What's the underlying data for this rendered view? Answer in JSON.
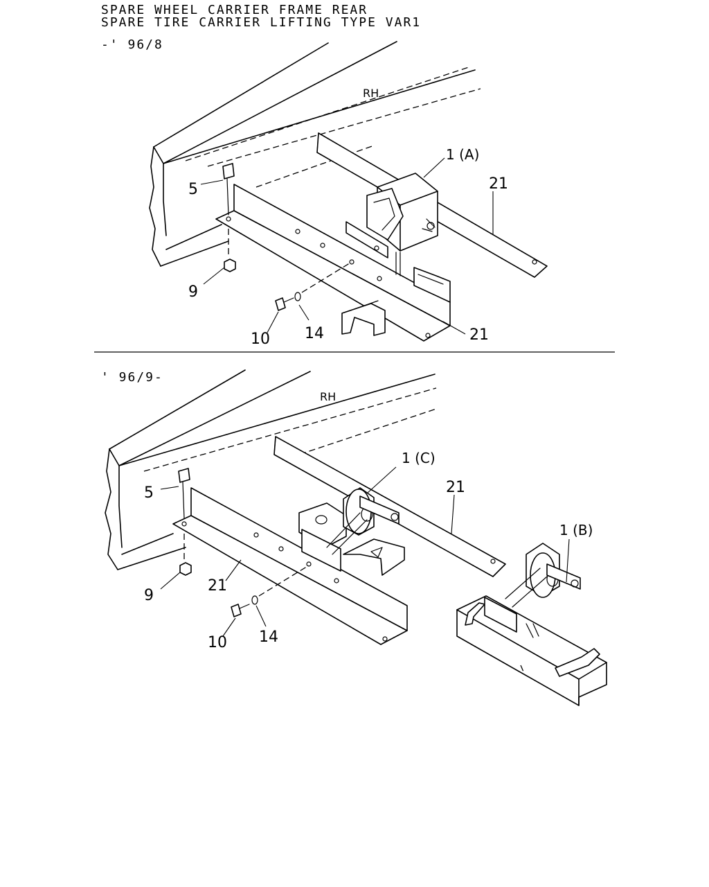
{
  "header": {
    "line1": "SPARE WHEEL CARRIER FRAME REAR",
    "line2": "SPARE TIRE CARRIER LIFTING TYPE VAR1"
  },
  "panel_top": {
    "era": "-' 96/8",
    "side": "RH",
    "callouts": {
      "p1a": "1 (A)",
      "p21a": "21",
      "p21b": "21",
      "p5": "5",
      "p9": "9",
      "p10": "10",
      "p14": "14"
    }
  },
  "panel_bottom": {
    "era": "' 96/9-",
    "side": "RH",
    "callouts": {
      "p1c": "1 (C)",
      "p1b": "1 (B)",
      "p21a": "21",
      "p21b": "21",
      "p5": "5",
      "p9": "9",
      "p10": "10",
      "p14": "14"
    }
  }
}
